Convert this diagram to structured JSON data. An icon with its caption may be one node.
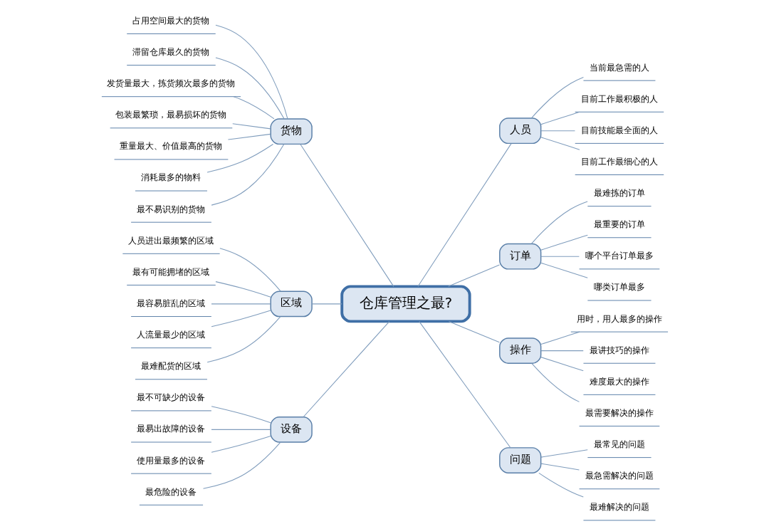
{
  "diagram": {
    "nodes": [
      {
        "text": [
          "仓库管理之最?"
        ]
      },
      {
        "text": [
          "货物"
        ]
      },
      {
        "text": [
          "占用空间最大的货物"
        ]
      },
      {
        "text": [
          "滞留仓库最久的货物"
        ]
      },
      {
        "text": [
          "发货量最大，拣货频次最多的货物"
        ]
      },
      {
        "text": [
          "包装最繁琐，最易损坏的货物"
        ]
      },
      {
        "text": [
          "重量最大、价值最高的货物"
        ]
      },
      {
        "text": [
          "消耗最多的物料"
        ]
      },
      {
        "text": [
          "最不易识别的货物"
        ]
      },
      {
        "text": [
          "区域"
        ]
      },
      {
        "text": [
          "人员进出最频繁的区域"
        ]
      },
      {
        "text": [
          "最有可能拥堵的区域"
        ]
      },
      {
        "text": [
          "最容易脏乱的区域"
        ]
      },
      {
        "text": [
          "人流量最少的区域"
        ]
      },
      {
        "text": [
          "最难配货的区域"
        ]
      },
      {
        "text": [
          "设备"
        ]
      },
      {
        "text": [
          "最不可缺少的设备"
        ]
      },
      {
        "text": [
          "最易出故障的设备"
        ]
      },
      {
        "text": [
          "使用量最多的设备"
        ]
      },
      {
        "text": [
          "最危险的设备"
        ]
      },
      {
        "text": [
          "人员"
        ]
      },
      {
        "text": [
          "当前最急需的人"
        ]
      },
      {
        "text": [
          "目前工作最积极的人"
        ]
      },
      {
        "text": [
          "目前技能最全面的人"
        ]
      },
      {
        "text": [
          "目前工作最细心的人"
        ]
      },
      {
        "text": [
          "订单"
        ]
      },
      {
        "text": [
          "最难拣的订单"
        ]
      },
      {
        "text": [
          "最重要的订单"
        ]
      },
      {
        "text": [
          "哪个平台订单最多"
        ]
      },
      {
        "text": [
          "哪类订单最多"
        ]
      },
      {
        "text": [
          "操作"
        ]
      },
      {
        "text": [
          "用时，用人最多的操作"
        ]
      },
      {
        "text": [
          "最讲技巧的操作"
        ]
      },
      {
        "text": [
          "难度最大的操作"
        ]
      },
      {
        "text": [
          "最需要解决的操作"
        ]
      },
      {
        "text": [
          "问题"
        ]
      },
      {
        "text": [
          "最常见的问题"
        ]
      },
      {
        "text": [
          "最急需解决的问题"
        ]
      },
      {
        "text": [
          "最难解决的问题"
        ]
      }
    ],
    "edges": [
      {
        "from": 0,
        "to": 1,
        "arrow": "none"
      },
      {
        "from": 1,
        "to": 2,
        "arrow": "none"
      },
      {
        "from": 1,
        "to": 3,
        "arrow": "none"
      },
      {
        "from": 1,
        "to": 4,
        "arrow": "none"
      },
      {
        "from": 1,
        "to": 5,
        "arrow": "none"
      },
      {
        "from": 1,
        "to": 6,
        "arrow": "none"
      },
      {
        "from": 1,
        "to": 7,
        "arrow": "none"
      },
      {
        "from": 1,
        "to": 8,
        "arrow": "none"
      },
      {
        "from": 0,
        "to": 9,
        "arrow": "none"
      },
      {
        "from": 9,
        "to": 10,
        "arrow": "none"
      },
      {
        "from": 9,
        "to": 11,
        "arrow": "none"
      },
      {
        "from": 9,
        "to": 12,
        "arrow": "none"
      },
      {
        "from": 9,
        "to": 13,
        "arrow": "none"
      },
      {
        "from": 9,
        "to": 14,
        "arrow": "none"
      },
      {
        "from": 0,
        "to": 15,
        "arrow": "none"
      },
      {
        "from": 15,
        "to": 16,
        "arrow": "none"
      },
      {
        "from": 15,
        "to": 17,
        "arrow": "none"
      },
      {
        "from": 15,
        "to": 18,
        "arrow": "none"
      },
      {
        "from": 15,
        "to": 19,
        "arrow": "none"
      },
      {
        "from": 0,
        "to": 20,
        "arrow": "none"
      },
      {
        "from": 20,
        "to": 21,
        "arrow": "none"
      },
      {
        "from": 20,
        "to": 22,
        "arrow": "none"
      },
      {
        "from": 20,
        "to": 23,
        "arrow": "none"
      },
      {
        "from": 20,
        "to": 24,
        "arrow": "none"
      },
      {
        "from": 0,
        "to": 25,
        "arrow": "none"
      },
      {
        "from": 25,
        "to": 26,
        "arrow": "none"
      },
      {
        "from": 25,
        "to": 27,
        "arrow": "none"
      },
      {
        "from": 25,
        "to": 28,
        "arrow": "none"
      },
      {
        "from": 25,
        "to": 29,
        "arrow": "none"
      },
      {
        "from": 0,
        "to": 30,
        "arrow": "none"
      },
      {
        "from": 30,
        "to": 31,
        "arrow": "none"
      },
      {
        "from": 30,
        "to": 32,
        "arrow": "none"
      },
      {
        "from": 30,
        "to": 33,
        "arrow": "none"
      },
      {
        "from": 30,
        "to": 34,
        "arrow": "none"
      },
      {
        "from": 0,
        "to": 35,
        "arrow": "none"
      },
      {
        "from": 35,
        "to": 36,
        "arrow": "none"
      },
      {
        "from": 35,
        "to": 37,
        "arrow": "none"
      },
      {
        "from": 35,
        "to": 38,
        "arrow": "none"
      }
    ]
  }
}
